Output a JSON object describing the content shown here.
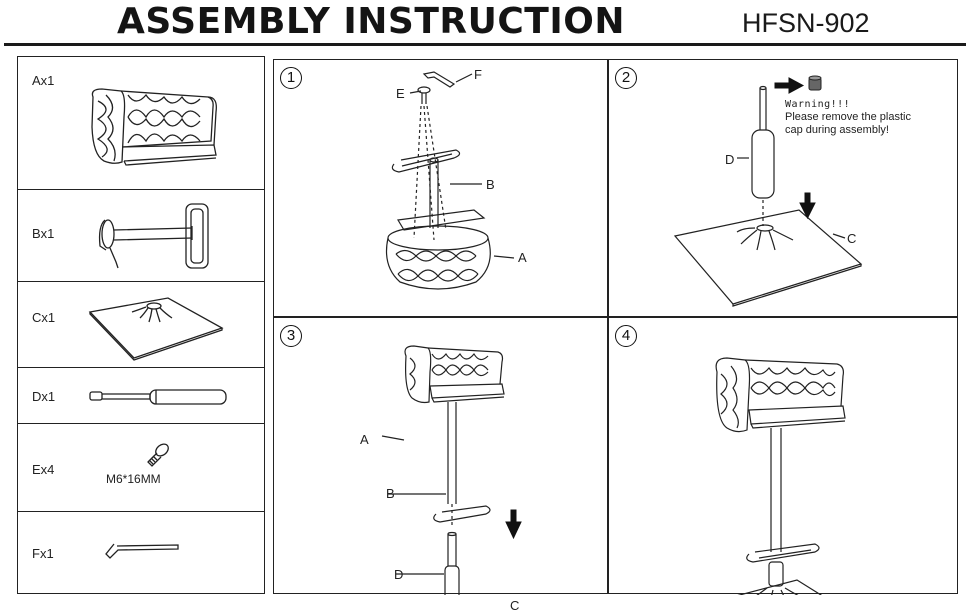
{
  "header": {
    "title": "ASSEMBLY INSTRUCTION",
    "model": "HFSN-902"
  },
  "parts": [
    {
      "label": "Ax1",
      "icon": "seat-icon"
    },
    {
      "label": "Bx1",
      "icon": "footrest-post-icon"
    },
    {
      "label": "Cx1",
      "icon": "base-plate-icon"
    },
    {
      "label": "Dx1",
      "icon": "gas-cylinder-icon"
    },
    {
      "label": "Ex4",
      "icon": "screw-icon",
      "sublabel": "M6*16MM"
    },
    {
      "label": "Fx1",
      "icon": "allen-key-icon"
    }
  ],
  "steps": [
    {
      "number": "1",
      "labels": {
        "a": "A",
        "b": "B",
        "e": "E",
        "f": "F"
      }
    },
    {
      "number": "2",
      "labels": {
        "c": "C",
        "d": "D"
      },
      "warning_title": "Warning!!!",
      "warning_text": "Please remove the plastic cap during assembly!"
    },
    {
      "number": "3",
      "labels": {
        "a": "A",
        "b": "B",
        "c": "C",
        "d": "D"
      }
    },
    {
      "number": "4"
    }
  ]
}
